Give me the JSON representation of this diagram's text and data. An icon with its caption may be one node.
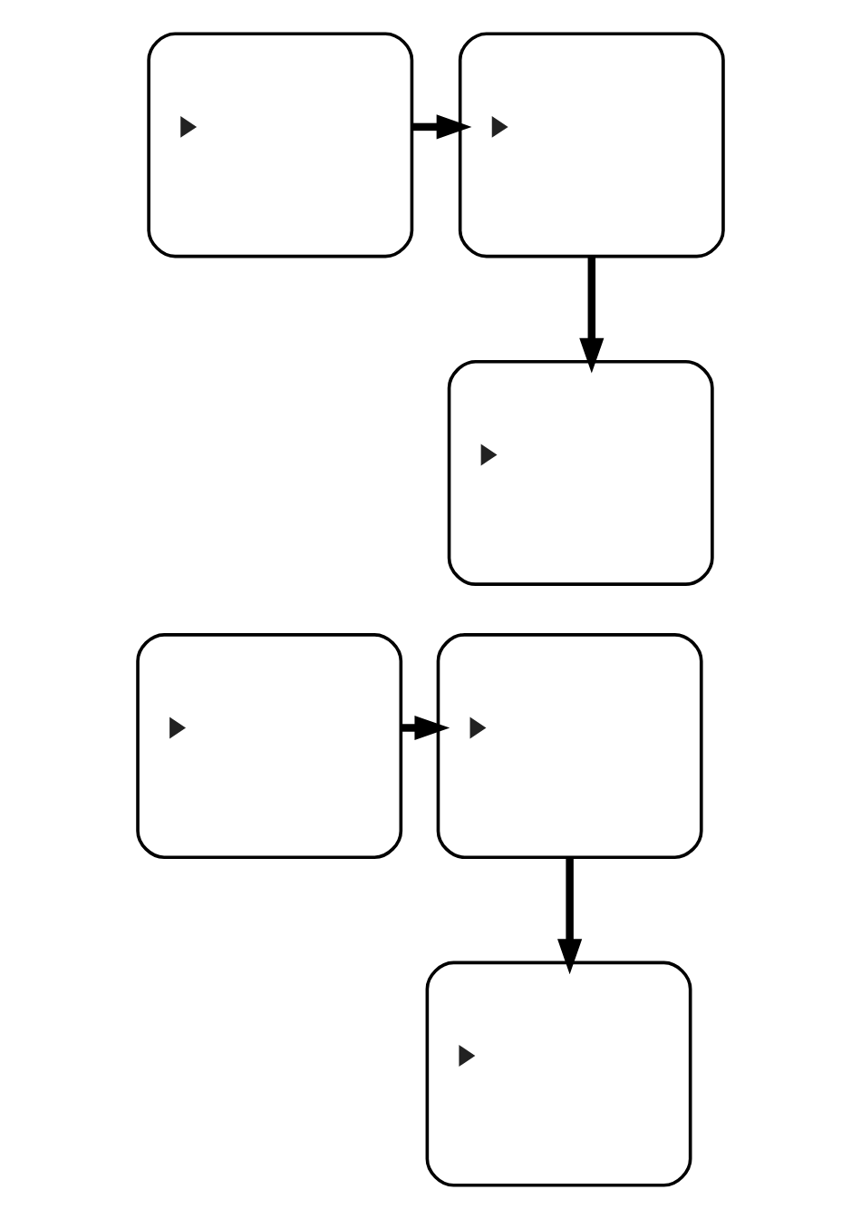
{
  "diagram": {
    "nodes": [
      {
        "text": [],
        "shape": "box"
      },
      {
        "text": [],
        "shape": "triangle",
        "in": 0
      },
      {
        "text": [],
        "shape": "box"
      },
      {
        "text": [],
        "shape": "triangle",
        "in": 2
      },
      {
        "text": [],
        "shape": "box"
      },
      {
        "text": [],
        "shape": "triangle",
        "in": 4
      },
      {
        "text": [],
        "shape": "box"
      },
      {
        "text": [],
        "shape": "triangle",
        "in": 6
      },
      {
        "text": [],
        "shape": "box"
      },
      {
        "text": [],
        "shape": "triangle",
        "in": 8
      },
      {
        "text": [],
        "shape": "box"
      },
      {
        "text": [],
        "shape": "triangle",
        "in": 10
      }
    ],
    "edges": [
      {
        "from": 0,
        "to": 2,
        "arrow": "to"
      },
      {
        "from": 2,
        "to": 4,
        "arrow": "to"
      },
      {
        "from": 6,
        "to": 8,
        "arrow": "to"
      },
      {
        "from": 8,
        "to": 10,
        "arrow": "to"
      }
    ]
  }
}
